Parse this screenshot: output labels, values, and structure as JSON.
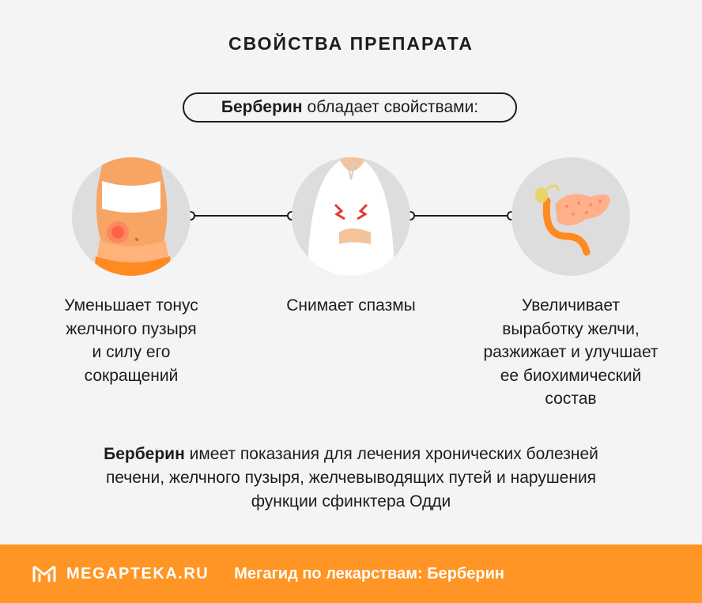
{
  "title": "СВОЙСТВА ПРЕПАРАТА",
  "intro": {
    "bold": "Берберин",
    "rest": "обладает свойствами:"
  },
  "properties": [
    {
      "icon": "abdomen-pain-icon",
      "text": "Уменьшает тонус\nжелчного пузыря\nи силу его\nсокращений"
    },
    {
      "icon": "spasm-icon",
      "text": "Снимает спазмы"
    },
    {
      "icon": "pancreas-gallbladder-icon",
      "text": "Увеличивает\nвыработку желчи,\nразжижает и улучшает\nее биохимический\nсостав"
    }
  ],
  "indications": {
    "bold": "Берберин",
    "rest": "имеет показания для лечения хронических болезней печени, желчного пузыря, желчевыводящих путей и нарушения функции сфинктера Одди"
  },
  "footer": {
    "brand": "MEGAPTEKA.RU",
    "tagline": "Мегагид по лекарствам: Берберин"
  },
  "colors": {
    "accent": "#ff9524",
    "background": "#f4f4f4",
    "circle": "#dddddd",
    "text": "#1c1c1c"
  }
}
